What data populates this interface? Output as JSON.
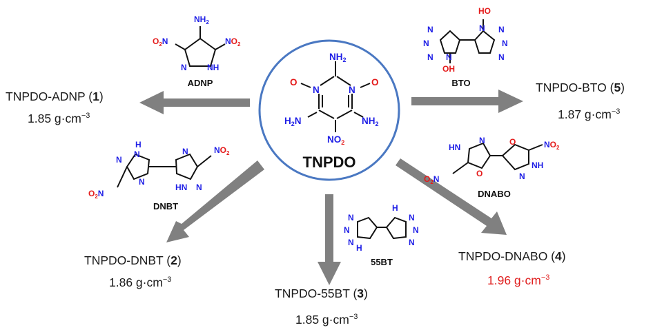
{
  "center": {
    "name": "TNPDO"
  },
  "reactants": {
    "adnp": "ADNP",
    "bto": "BTO",
    "dnbt": "DNBT",
    "dnabo": "DNABO",
    "t55bt": "55BT"
  },
  "products": {
    "p1": {
      "name": "TNPDO-ADNP (",
      "num": "1",
      "close": ")",
      "density": "1.85 g·cm",
      "exp": "−3"
    },
    "p5": {
      "name": "TNPDO-BTO (",
      "num": "5",
      "close": ")",
      "density": "1.87 g·cm",
      "exp": "−3"
    },
    "p2": {
      "name": "TNPDO-DNBT (",
      "num": "2",
      "close": ")",
      "density": "1.86 g·cm",
      "exp": "−3"
    },
    "p3": {
      "name": "TNPDO-55BT (",
      "num": "3",
      "close": ")",
      "density": "1.85 g·cm",
      "exp": "−3"
    },
    "p4": {
      "name": "TNPDO-DNABO (",
      "num": "4",
      "close": ")",
      "density": "1.96 g·cm",
      "exp": "−3"
    }
  },
  "colors": {
    "circle": "#4a78c2",
    "arrow": "#808080",
    "nitrogen": "#1f1fe6",
    "oxygen": "#e41a1a",
    "highlight": "#e02020"
  }
}
